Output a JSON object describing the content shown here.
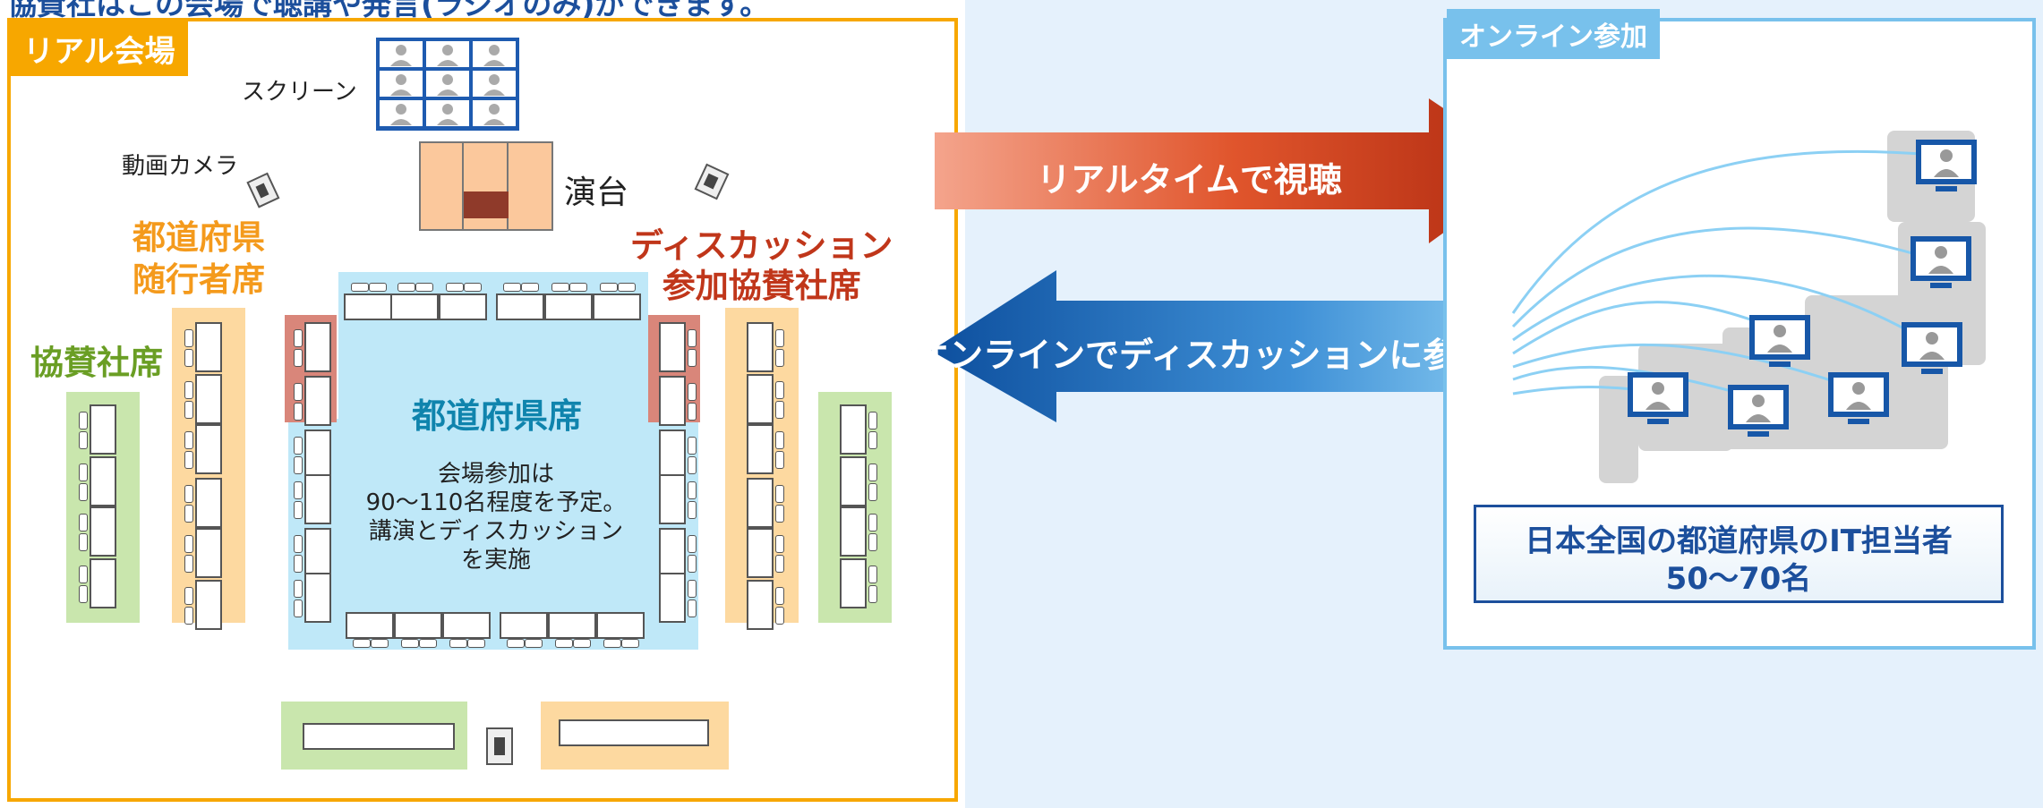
{
  "top_caption": "協賛社はこの会場で聴講や発言(ラジオのみ)ができます。",
  "venue": {
    "tag": "リアル会場",
    "screen_label": "スクリーン",
    "camera_label": "動画カメラ",
    "podium_label": "演台",
    "escort_seats": "都道府県\n随行者席",
    "sponsor_seats": "協賛社席",
    "discussion_sponsor_seats": "ディスカッション\n参加協賛社席",
    "prefecture_seats": "都道府県席",
    "prefecture_note": "会場参加は\n90〜110名程度を予定。\n講演とディスカッション\nを実施"
  },
  "arrows": {
    "realtime": "リアルタイムで視聴",
    "discussion": "オンラインでディスカッションに参加"
  },
  "online": {
    "tag": "オンライン参加",
    "summary_line1": "日本全国の都道府県のIT担当者",
    "summary_line2": "50〜70名"
  },
  "colors": {
    "venue_border": "#f7a700",
    "online_border": "#78c1ec",
    "sponsor_green": "#c9e6ad",
    "escort_orange": "#fdd9a0",
    "discussion_red": "#d9867a",
    "prefecture_blue": "#bfe8f8",
    "arrow_red": "#d9431c",
    "arrow_blue": "#1257a8",
    "text_navy": "#1c4f9c"
  }
}
